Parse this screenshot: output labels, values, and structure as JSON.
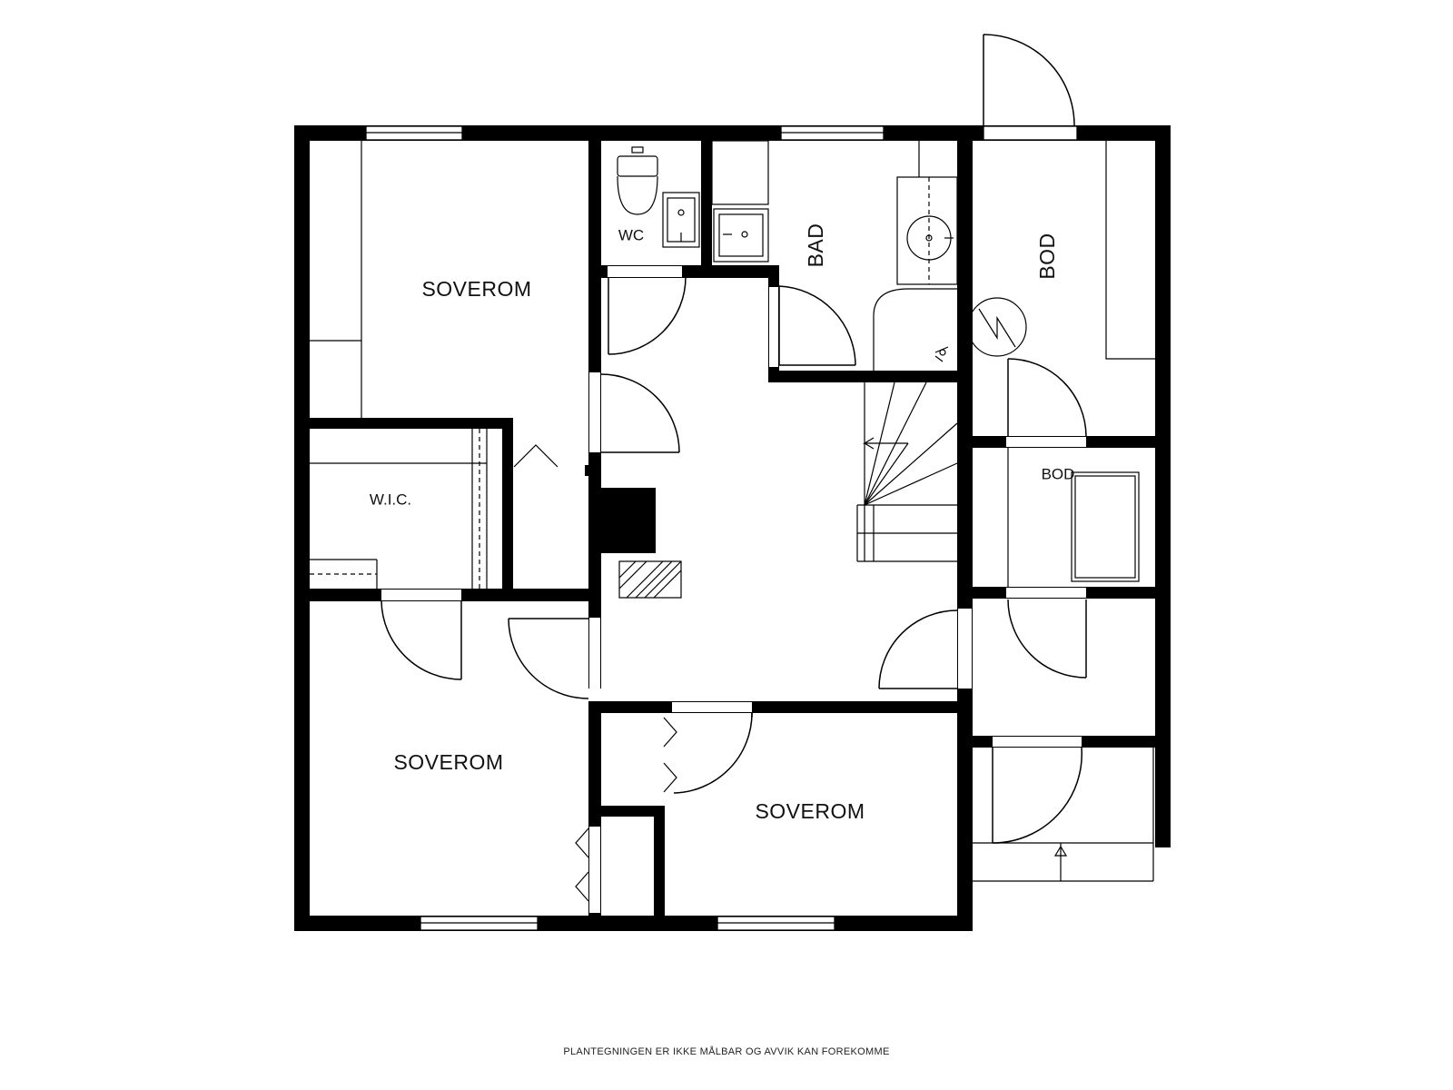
{
  "rooms": {
    "bedroom_top_left": "SOVEROM",
    "wc": "WC",
    "bathroom": "BAD",
    "storage_top": "BOD",
    "walk_in_closet": "W.I.C.",
    "storage_middle": "BOD",
    "bedroom_bottom_left": "SOVEROM",
    "bedroom_bottom_middle": "SOVEROM"
  },
  "disclaimer": "PLANTEGNINGEN ER IKKE MÅLBAR OG AVVIK KAN FOREKOMME",
  "colors": {
    "wall": "#000000",
    "background": "#ffffff"
  },
  "icons": [
    "door-swing-icon",
    "window-icon",
    "toilet-icon",
    "sink-icon",
    "shower-icon",
    "staircase-icon",
    "electrical-panel-icon",
    "fireplace-icon"
  ]
}
